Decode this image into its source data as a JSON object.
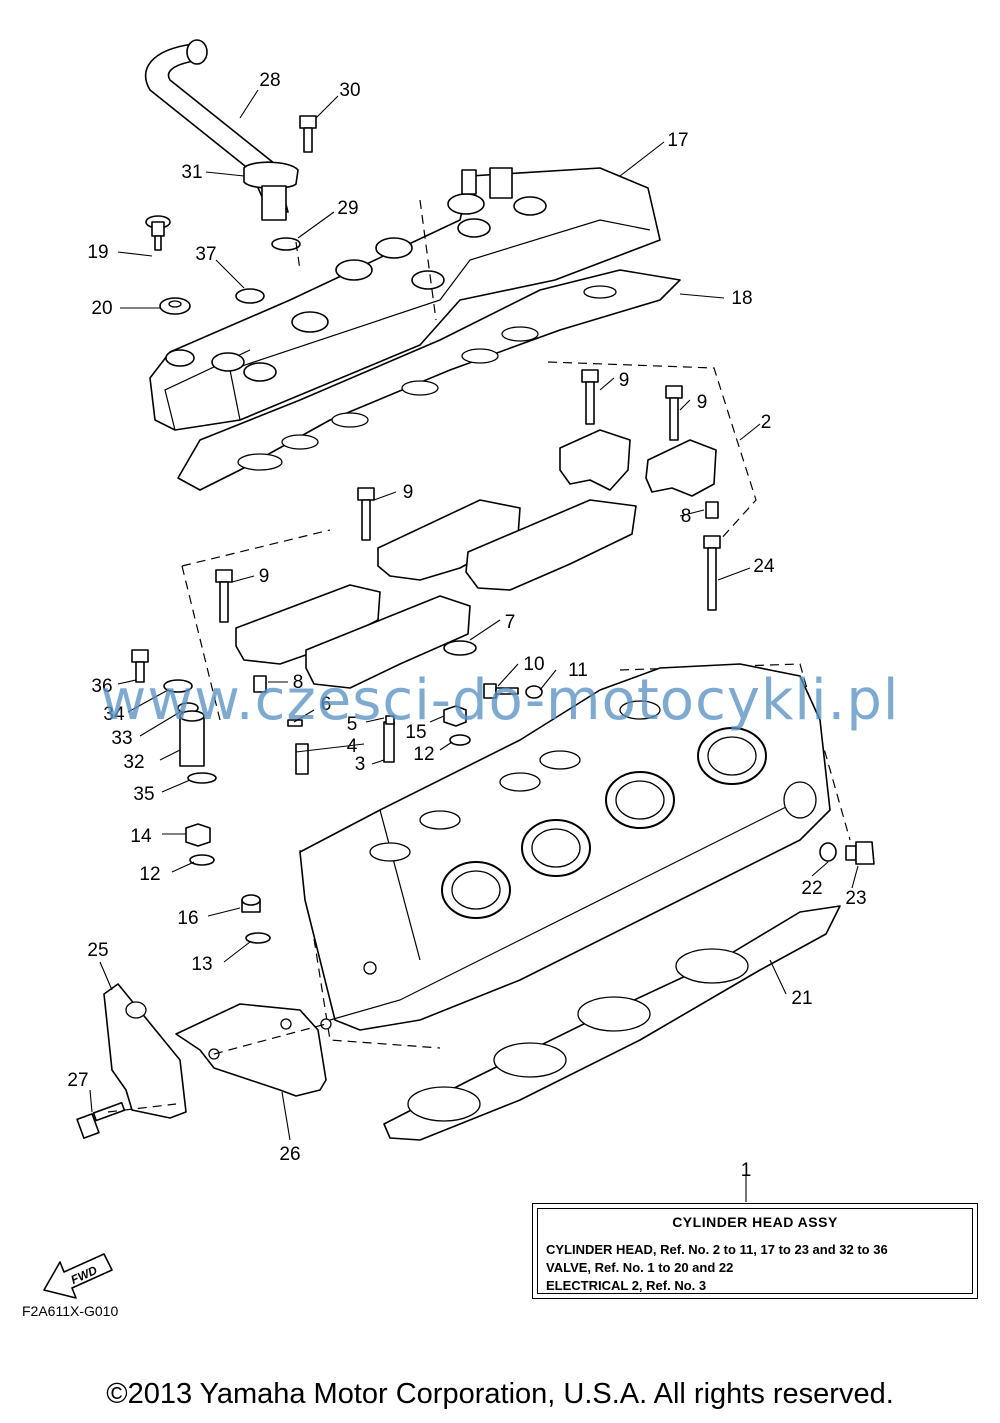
{
  "callouts": [
    "1",
    "2",
    "3",
    "4",
    "5",
    "6",
    "7",
    "8",
    "9",
    "10",
    "11",
    "12",
    "13",
    "14",
    "15",
    "16",
    "17",
    "18",
    "19",
    "20",
    "21",
    "22",
    "23",
    "24",
    "25",
    "26",
    "27",
    "28",
    "29",
    "30",
    "31",
    "32",
    "33",
    "34",
    "35",
    "36",
    "37"
  ],
  "second_labels": {
    "8": "8",
    "9": "9",
    "12": "12"
  },
  "assy": {
    "title": "CYLINDER HEAD ASSY",
    "lines": [
      "CYLINDER HEAD, Ref. No. 2 to 11, 17 to 23 and 32 to 36",
      "VALVE, Ref. No. 1 to 20 and 22",
      "ELECTRICAL 2, Ref. No. 3"
    ]
  },
  "fwd_label": "FWD",
  "diagram_code": "F2A611X-G010",
  "watermark": "www.czesci-do-motocykli.pl",
  "copyright": "©2013 Yamaha Motor Corporation, U.S.A. All rights reserved.",
  "colors": {
    "line": "#000000",
    "background": "#ffffff",
    "watermark": "#5a93c4"
  }
}
